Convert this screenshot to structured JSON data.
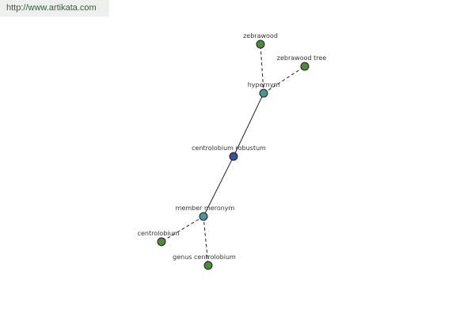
{
  "watermark": {
    "text": "http://www.artikata.com"
  },
  "colors": {
    "central_node": "#3d4f99",
    "relation_node": "#4a9494",
    "leaf_node": "#4d8a3d"
  },
  "graph": {
    "nodes": {
      "zebrawood": {
        "label": "zebrawood",
        "kind": "leaf"
      },
      "zebrawood_tree": {
        "label": "zebrawood tree",
        "kind": "leaf"
      },
      "hypernym": {
        "label": "hypernym",
        "kind": "relation"
      },
      "central": {
        "label": "centrolobium robustum",
        "kind": "central"
      },
      "member_meronym": {
        "label": "member meronym",
        "kind": "relation"
      },
      "centrolobium": {
        "label": "centrolobium",
        "kind": "leaf"
      },
      "genus_centrolobium": {
        "label": "genus centrolobium",
        "kind": "leaf"
      }
    },
    "edges": [
      {
        "from": "central",
        "to": "hypernym",
        "style": "solid"
      },
      {
        "from": "central",
        "to": "member_meronym",
        "style": "solid"
      },
      {
        "from": "hypernym",
        "to": "zebrawood",
        "style": "dashed"
      },
      {
        "from": "hypernym",
        "to": "zebrawood_tree",
        "style": "dashed"
      },
      {
        "from": "member_meronym",
        "to": "centrolobium",
        "style": "dashed"
      },
      {
        "from": "member_meronym",
        "to": "genus_centrolobium",
        "style": "dashed"
      }
    ]
  }
}
